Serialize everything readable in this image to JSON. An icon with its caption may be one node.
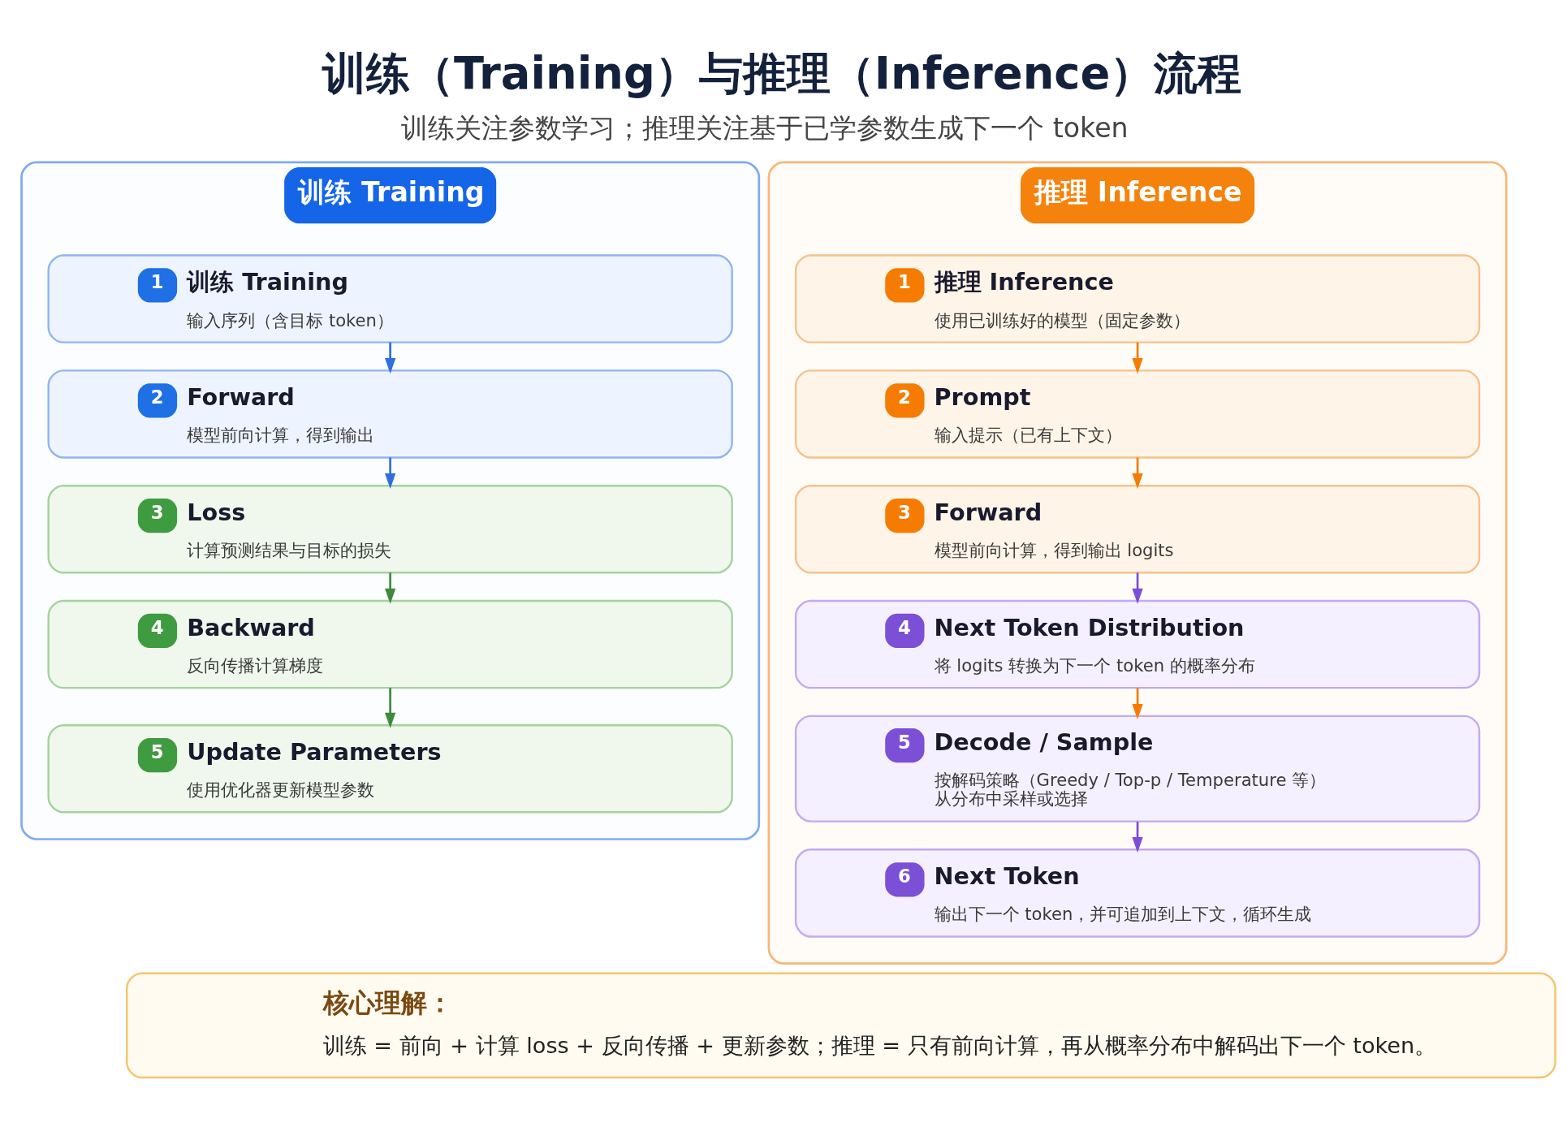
{
  "diagram": {
    "title": "训练（Training）与推理（Inference）流程",
    "nodes": [
      {
        "text": [
          "训练 Training"
        ]
      },
      {
        "text": [
          "1",
          "训练 Training",
          "输入序列（含目标 token）"
        ],
        "in": 0
      },
      {
        "text": [
          "2",
          "Forward",
          "模型前向计算，得到输出"
        ],
        "in": 0
      },
      {
        "text": [
          "3",
          "Loss",
          "计算预测结果与目标的损失"
        ],
        "in": 0
      },
      {
        "text": [
          "4",
          "Backward",
          "反向传播计算梯度"
        ],
        "in": 0
      },
      {
        "text": [
          "5",
          "Update Parameters",
          "使用优化器更新模型参数"
        ],
        "in": 0
      },
      {
        "text": [
          "推理 Inference"
        ]
      },
      {
        "text": [
          "1",
          "推理 Inference",
          "使用已训练好的模型（固定参数）"
        ],
        "in": 6
      },
      {
        "text": [
          "2",
          "Prompt",
          "输入提示（已有上下文）"
        ],
        "in": 6
      },
      {
        "text": [
          "3",
          "Forward",
          "模型前向计算，得到输出 logits"
        ],
        "in": 6
      },
      {
        "text": [
          "4",
          "Next Token Distribution",
          "将 logits 转换为下一个 token 的概率分布"
        ],
        "in": 6
      },
      {
        "text": [
          "5",
          "Decode / Sample",
          "按解码策略（Greedy / Top-p / Temperature 等）从分布中采样或选择"
        ],
        "in": 6
      },
      {
        "text": [
          "6",
          "Next Token",
          "输出下一个 token，并可追加到上下文，循环生成"
        ],
        "in": 6
      },
      {
        "text": [
          "核心理解：",
          "训练 = 前向 + 计算 loss + 反向传播 + 更新参数；推理 = 只有前向计算，再从概率分布中解码出下一个 token。"
        ]
      }
    ],
    "edges": [
      {
        "from": 1,
        "to": 2,
        "arrow": "to",
        "color": "#2f6fdf"
      },
      {
        "from": 2,
        "to": 3,
        "arrow": "to",
        "color": "#2f6fdf"
      },
      {
        "from": 3,
        "to": 4,
        "arrow": "to",
        "color": "#3d8b3d"
      },
      {
        "from": 4,
        "to": 5,
        "arrow": "to",
        "color": "#3d8b3d"
      },
      {
        "from": 7,
        "to": 8,
        "arrow": "to",
        "color": "#f57c00"
      },
      {
        "from": 8,
        "to": 9,
        "arrow": "to",
        "color": "#f57c00"
      },
      {
        "from": 9,
        "to": 10,
        "arrow": "to",
        "color": "#7c4dd6"
      },
      {
        "from": 10,
        "to": 11,
        "arrow": "to",
        "color": "#f57c00"
      },
      {
        "from": 11,
        "to": 12,
        "arrow": "to",
        "color": "#7c4dd6"
      }
    ],
    "labels": [
      "训练关注参数学习；推理关注基于已学参数生成下一个 token"
    ]
  }
}
